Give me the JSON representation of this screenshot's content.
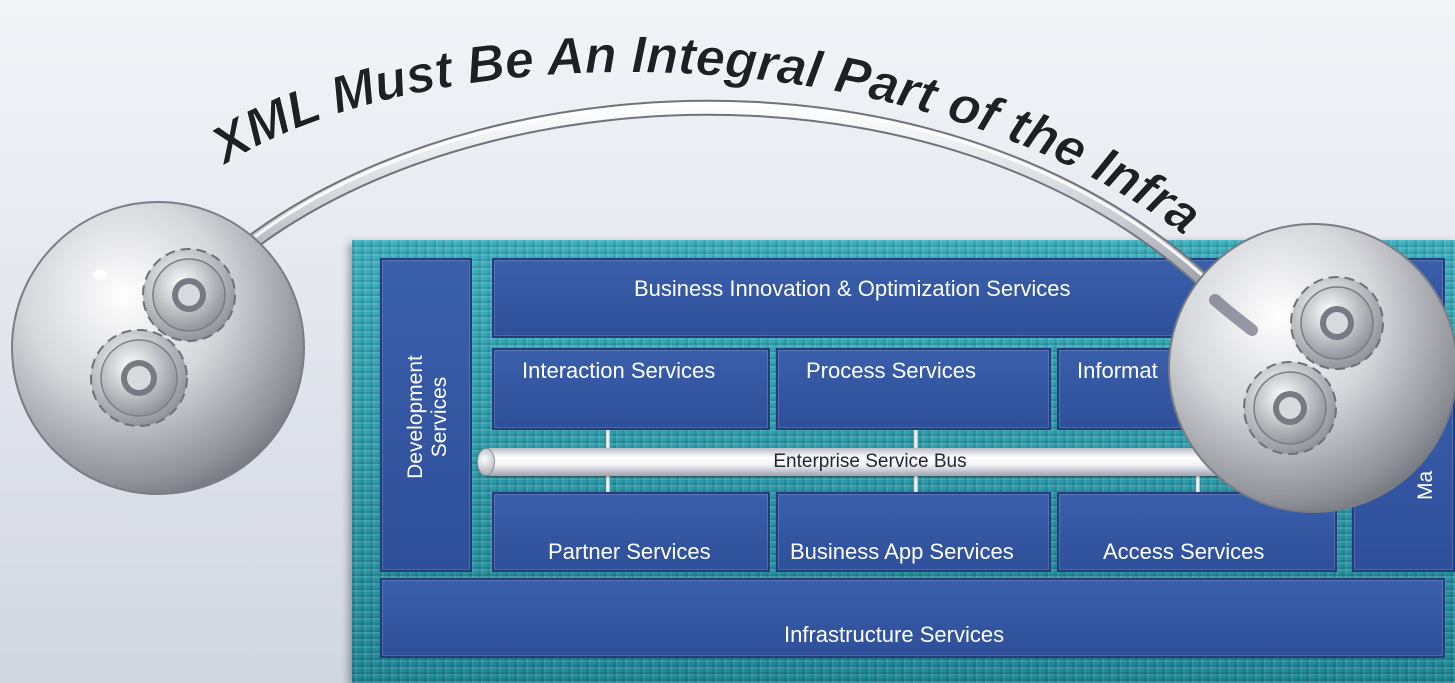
{
  "title": "XML Must  Be An Integral Part of the Infrastructure",
  "boxes": {
    "development_line1": "Development",
    "development_line2": "Services",
    "business_innovation": "Business Innovation & Optimization Services",
    "interaction": "Interaction Services",
    "process": "Process Services",
    "information": "Informat",
    "management_partial": "Ma",
    "esb": "Enterprise Service Bus",
    "partner": "Partner Services",
    "business_app": "Business App Services",
    "access": "Access Services",
    "infrastructure": "Infrastructure Services"
  },
  "icons": {
    "left_sphere": "gears-sphere-icon",
    "right_sphere": "gears-sphere-icon"
  },
  "colors": {
    "platform": "#2a9aa8",
    "service_box": "#3354a0",
    "title_text": "#1f2024"
  }
}
